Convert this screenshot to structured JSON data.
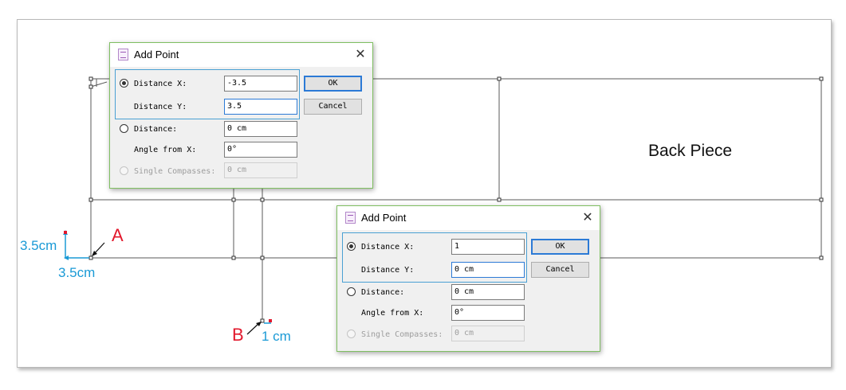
{
  "canvas": {
    "piece_label": "Back Piece",
    "marker_a": "A",
    "marker_b": "B",
    "dim_vertical": "3.5cm",
    "dim_horizontal": "3.5cm",
    "dim_b": "1 cm",
    "colors": {
      "red": "#e2182c",
      "blue": "#1a9ad6",
      "dialog_border": "#7fbf61",
      "focus": "#2c7ad6"
    }
  },
  "dialogs": [
    {
      "title": "Add Point",
      "close_icon": "close-icon",
      "distance_x_label": "Distance X:",
      "distance_x_value": "-3.5",
      "distance_y_label": "Distance Y:",
      "distance_y_value": "3.5",
      "distance_label": "Distance:",
      "distance_value": "0 cm",
      "angle_label": "Angle from X:",
      "angle_value": "0°",
      "compasses_label": "Single Compasses:",
      "compasses_value": "0 cm",
      "ok_label": "OK",
      "cancel_label": "Cancel",
      "selected_mode": "distance_xy"
    },
    {
      "title": "Add Point",
      "close_icon": "close-icon",
      "distance_x_label": "Distance X:",
      "distance_x_value": "1",
      "distance_y_label": "Distance Y:",
      "distance_y_value": "0 cm",
      "distance_label": "Distance:",
      "distance_value": "0 cm",
      "angle_label": "Angle from X:",
      "angle_value": "0°",
      "compasses_label": "Single Compasses:",
      "compasses_value": "0 cm",
      "ok_label": "OK",
      "cancel_label": "Cancel",
      "selected_mode": "distance_xy"
    }
  ]
}
